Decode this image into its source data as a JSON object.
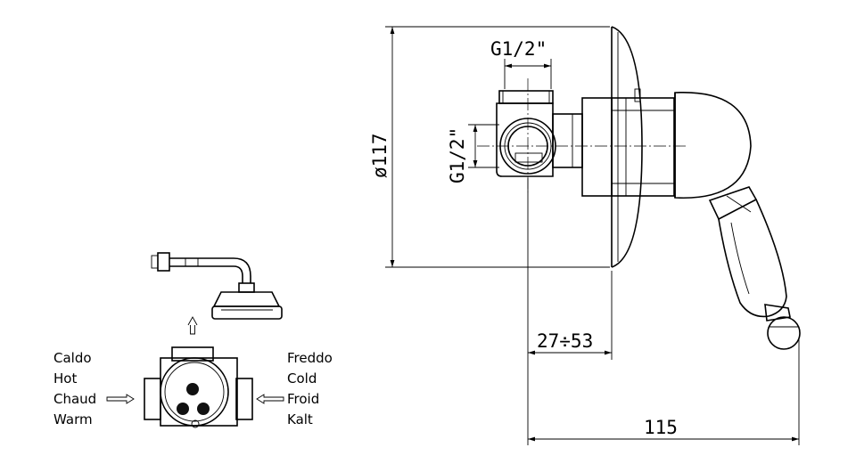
{
  "labels": {
    "hot": [
      "Caldo",
      "Hot",
      "Chaud",
      "Warm"
    ],
    "cold": [
      "Freddo",
      "Cold",
      "Froid",
      "Kalt"
    ]
  },
  "dimensions": {
    "thread_horizontal": "G1/2\"",
    "thread_vertical": "G1/2\"",
    "diameter": "ø117",
    "depth_range": "27÷53",
    "total_length": "115"
  }
}
